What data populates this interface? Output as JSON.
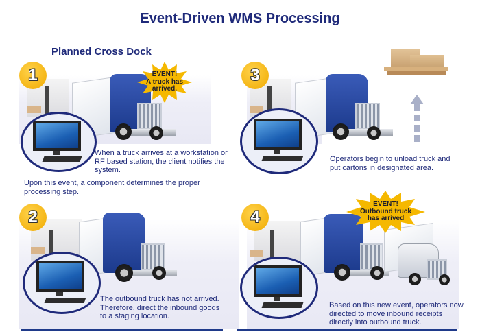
{
  "title": "Event-Driven WMS Processing",
  "subtitle": "Planned Cross Dock",
  "steps": [
    {
      "number": "1",
      "event": [
        "EVENT!",
        "A truck has",
        "arrived."
      ],
      "caption": "When a truck arrives at a workstation or RF based station, the client notifies the system.",
      "note": "Upon this event, a component determines the proper processing step."
    },
    {
      "number": "2",
      "caption": "The outbound truck has not arrived. Therefore, direct the inbound goods to a staging location."
    },
    {
      "number": "3",
      "caption": "Operators begin to unload truck and put cartons in designated area."
    },
    {
      "number": "4",
      "event": [
        "EVENT!",
        "Outbound truck",
        "has arrived"
      ],
      "caption": "Based on this new event, operators now directed to move inbound receipts directly into outbound truck."
    }
  ],
  "colors": {
    "title": "#1f2a7a",
    "badge": "#f0aa00",
    "burst": "#f5b800",
    "truck": "#1c3a8c",
    "rule": "#1f3a8a"
  }
}
